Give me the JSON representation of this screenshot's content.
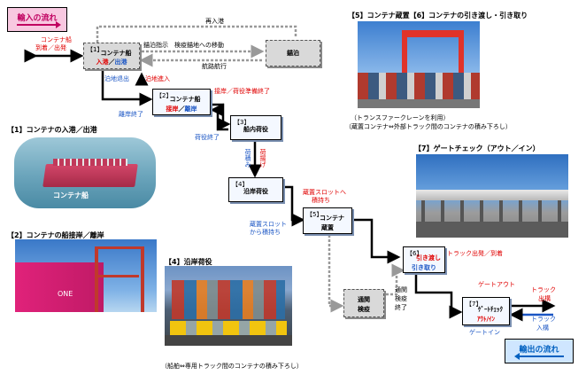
{
  "import_badge": {
    "label": "輸入の流れ",
    "bg": "#f8c8e0",
    "text": "#c00060"
  },
  "export_badge": {
    "label": "輸出の流れ",
    "bg": "#cfe6ff",
    "text": "#0060c0"
  },
  "boxes": {
    "b1": {
      "num": "【1】",
      "line1": "コンテナ船",
      "line2a": "入港",
      "line2b": "／",
      "line2c": "出港"
    },
    "b2": {
      "num": "【2】",
      "line1": "コンテナ船",
      "line2a": "接岸",
      "line2b": "／",
      "line2c": "離岸"
    },
    "b3": {
      "num": "【3】",
      "line1": "船内荷役"
    },
    "b4": {
      "num": "【4】",
      "line1": "沿岸荷役"
    },
    "b5": {
      "num": "【5】",
      "line1": "コンテナ",
      "line2": "蔵置"
    },
    "b6": {
      "num": "【6】",
      "line1": "引き渡し",
      "line2": "引き取り"
    },
    "b7": {
      "num": "【7】",
      "line1": "ｹﾞｰﾄﾁｪｯｸ",
      "line2": "ｱｳﾄ/ｲﾝ"
    },
    "anchor": {
      "label": "錨泊"
    },
    "inspect": {
      "line1": "通関",
      "line2": "検疫"
    }
  },
  "labels": {
    "arrive_ship": "コンテナ船",
    "arrive_depart": "到着／出発",
    "reenter": "再入港",
    "anchor_move": "錨泊指示　検疫錨地への移動",
    "route": "航路航行",
    "leave_anchor": "泊地退出",
    "enter_anchor": "泊地進入",
    "berth_done": "接岸／荷役準備終了",
    "depart_shore": "離岸終了",
    "cargo_done": "荷役終了",
    "unload": "荷積み",
    "load": "荷揚げ",
    "slot_to": "蔵置スロットへ",
    "slot_to2": "積持ち",
    "slot_from": "蔵置スロット",
    "slot_from2": "から積持ち",
    "truck_dep": "トラック出発／到着",
    "customs_done": "通関",
    "customs_done2": "検疫",
    "customs_done3": "終了",
    "gate_out": "ゲートアウト",
    "gate_in": "ゲートイン",
    "truck_out": "トラック",
    "truck_out2": "出構",
    "truck_in": "トラック",
    "truck_in2": "入構"
  },
  "sections": {
    "s1": "【1】コンテナの入港／出港",
    "s2": "【2】コンテナの船接岸／離岸",
    "s4": "【4】沿岸荷役",
    "s56": "【5】コンテナ蔵置【6】コンテナの引き渡し・引き取り",
    "s7": "【7】ゲートチェック（アウト／イン）"
  },
  "captions": {
    "photo1_label": "コンテナ船",
    "photo2_label": "ONE",
    "crane_note1": "（トランスファークレーンを利用）",
    "crane_note2": "（蔵置コンテナ⇔外部トラック間のコンテナの積み下ろし）",
    "bottom_note": "（船舶⇔専用トラック間のコンテナの積み下ろし）"
  },
  "colors": {
    "arrow": "#000000",
    "dashed": "#999999",
    "box_shadow": "#7a8fb0"
  }
}
